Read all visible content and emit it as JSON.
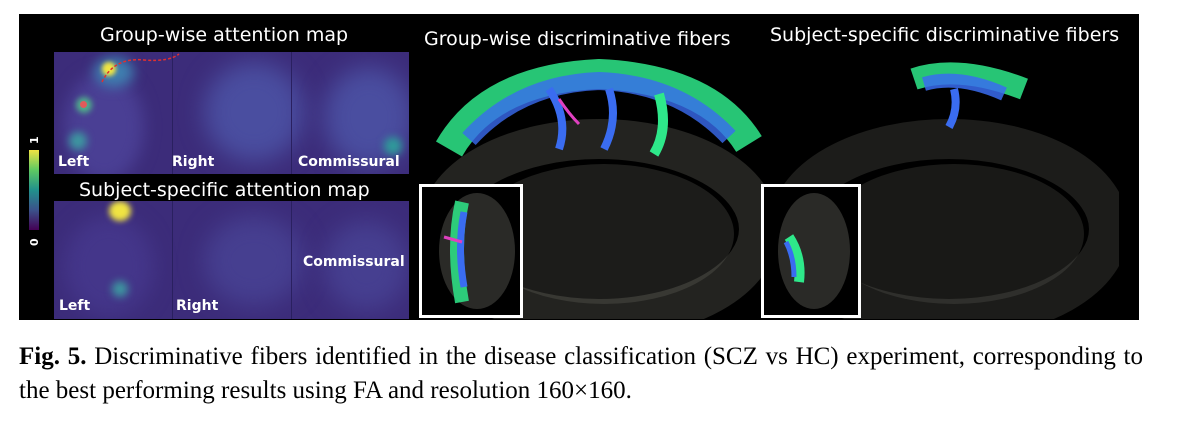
{
  "panel_titles": {
    "group_attention": "Group-wise attention map",
    "subject_attention": "Subject-specific attention map",
    "group_fibers": "Group-wise discriminative fibers",
    "subject_fibers": "Subject-specific discriminative fibers"
  },
  "colorbar": {
    "max_label": "1",
    "min_label": "0"
  },
  "group_map_labels": {
    "left": "Left",
    "right": "Right",
    "commissural": "Commissural"
  },
  "subject_map_labels": {
    "left": "Left",
    "right": "Right",
    "commissural": "Commissural"
  },
  "caption": {
    "label": "Fig. 5.",
    "text": " Discriminative fibers identified in the disease classification (SCZ vs HC) experiment, corresponding to the best performing results using FA and resolution 160×160."
  },
  "colors": {
    "panel_bg": "#000000",
    "map_bg": "#3c2c7a",
    "fiber_green": "#2ee88a",
    "fiber_blue": "#3a6cf0",
    "fiber_gray": "#8a8a80"
  }
}
